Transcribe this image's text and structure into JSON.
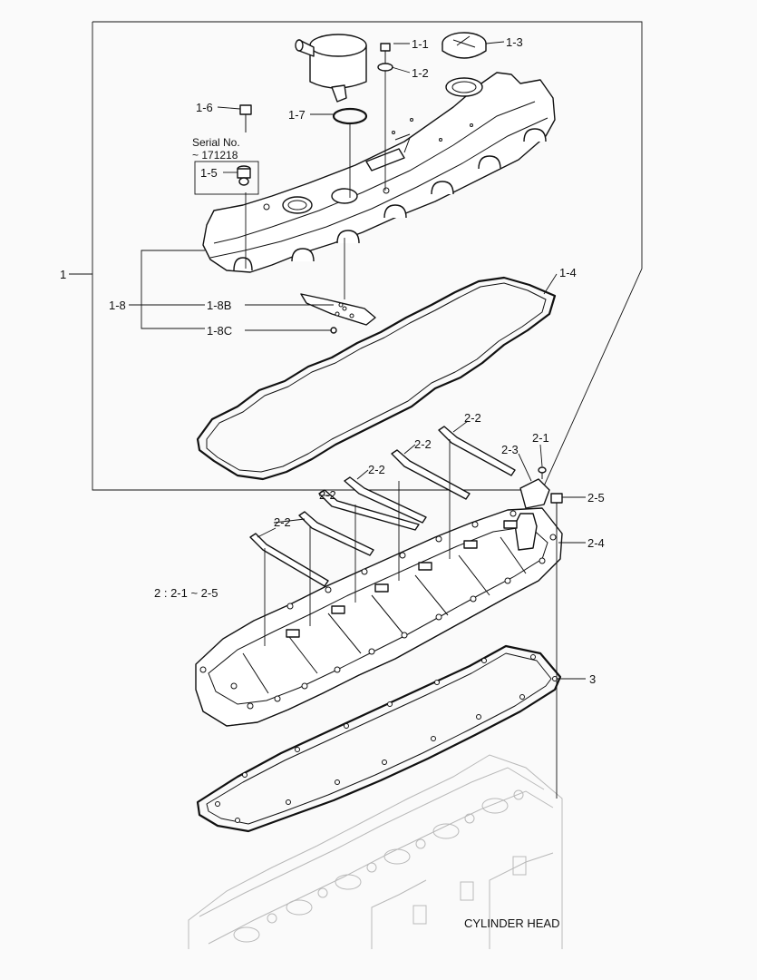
{
  "labels": {
    "c1": "1",
    "c1_1": "1-1",
    "c1_2": "1-2",
    "c1_3": "1-3",
    "c1_4": "1-4",
    "c1_5": "1-5",
    "c1_6": "1-6",
    "c1_7": "1-7",
    "c1_8": "1-8",
    "c1_8b": "1-8B",
    "c1_8c": "1-8C",
    "serial_title": "Serial No.",
    "serial_value": "~ 171218",
    "c2_1": "2-1",
    "c2_2": "2-2",
    "c2_3": "2-3",
    "c2_4": "2-4",
    "c2_5": "2-5",
    "group2": "2 : 2-1 ~ 2-5",
    "c3": "3",
    "cylinder_head": "CYLINDER HEAD"
  }
}
